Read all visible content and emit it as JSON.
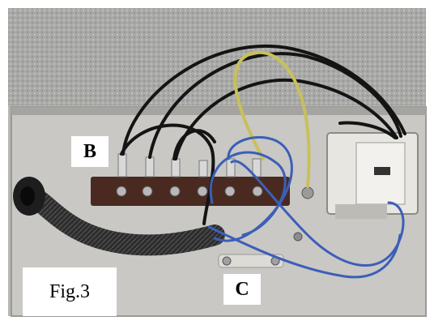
{
  "labels": {
    "b": "B",
    "c": "C",
    "figure": "Fig.3"
  },
  "colors": {
    "frame": "#ffffff",
    "panel": "#c7c6c2",
    "terminal_block": "#4a2a20",
    "wire_black": "#141414",
    "wire_blue": "#3b5fb8",
    "wire_yellow_green": "#c8c05a",
    "conduit": "#2b2b2b"
  }
}
